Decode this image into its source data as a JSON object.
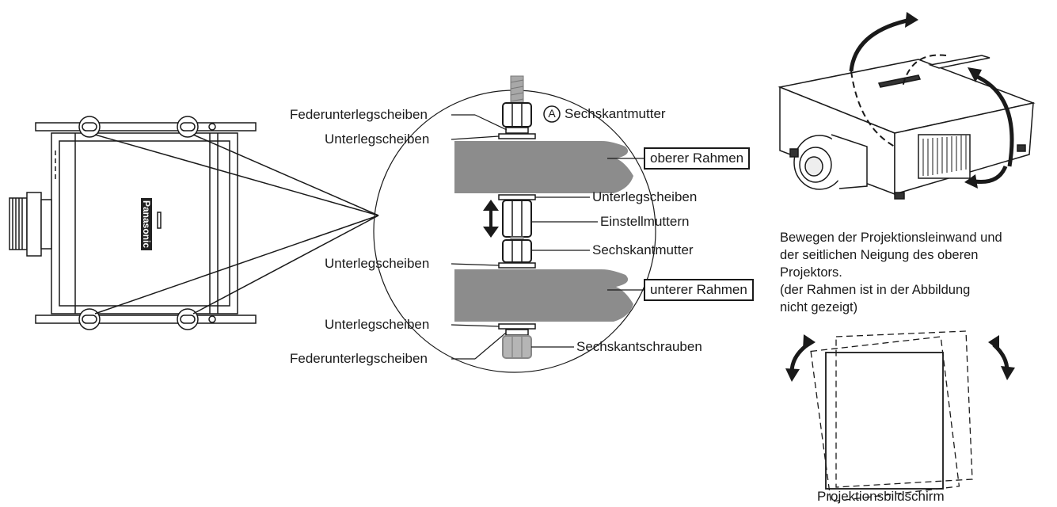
{
  "labels": {
    "federunterlegscheiben_top": "Federunterlegscheiben",
    "unterlegscheiben_top_left": "Unterlegscheiben",
    "marker_a": "A",
    "sechskantmutter_top": "Sechskantmutter",
    "oberer_rahmen": "oberer Rahmen",
    "unterlegscheiben_mid_right": "Unterlegscheiben",
    "einstellmuttern": "Einstellmuttern",
    "sechskantmutter_mid": "Sechskantmutter",
    "unterlegscheiben_mid_left": "Unterlegscheiben",
    "unterer_rahmen": "unterer Rahmen",
    "unterlegscheiben_bottom_left": "Unterlegscheiben",
    "federunterlegscheiben_bottom": "Federunterlegscheiben",
    "sechskantschrauben": "Sechskantschrauben",
    "projektionsbildschirm": "Projektionsbildschirm"
  },
  "note": {
    "line1": "Bewegen der Projektionsleinwand und",
    "line2": "der seitlichen Neigung des oberen",
    "line3": "Projektors.",
    "line4": "(der Rahmen ist  in der Abbildung",
    "line5": "nicht gezeigt)"
  },
  "logo_text": "Panasonic",
  "colors": {
    "frame_gray": "#8c8c8c",
    "bolt_gray": "#a8a8a8",
    "line": "#1a1a1a"
  }
}
